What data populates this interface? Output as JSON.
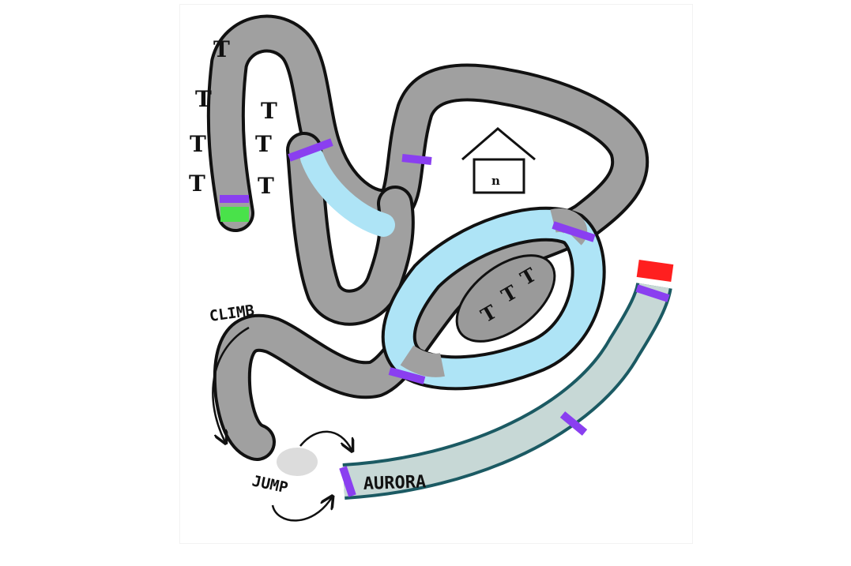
{
  "labels": {
    "climb": "CLIMB",
    "jump": "JUMP",
    "aurora": "AURORA"
  },
  "tree_glyph": "T",
  "house_door_glyph": "n",
  "colors": {
    "track": "#a0a0a0",
    "track_outline": "#111111",
    "ice": "#aee4f6",
    "aurora_fill": "#c7d8d6",
    "aurora_outline": "#1b5a63",
    "checkpoint": "#8a3ff0",
    "start": "#49e24a",
    "finish": "#ff1f1f"
  },
  "icons": [
    "house-icon",
    "tree-icon",
    "arrow-icon"
  ]
}
